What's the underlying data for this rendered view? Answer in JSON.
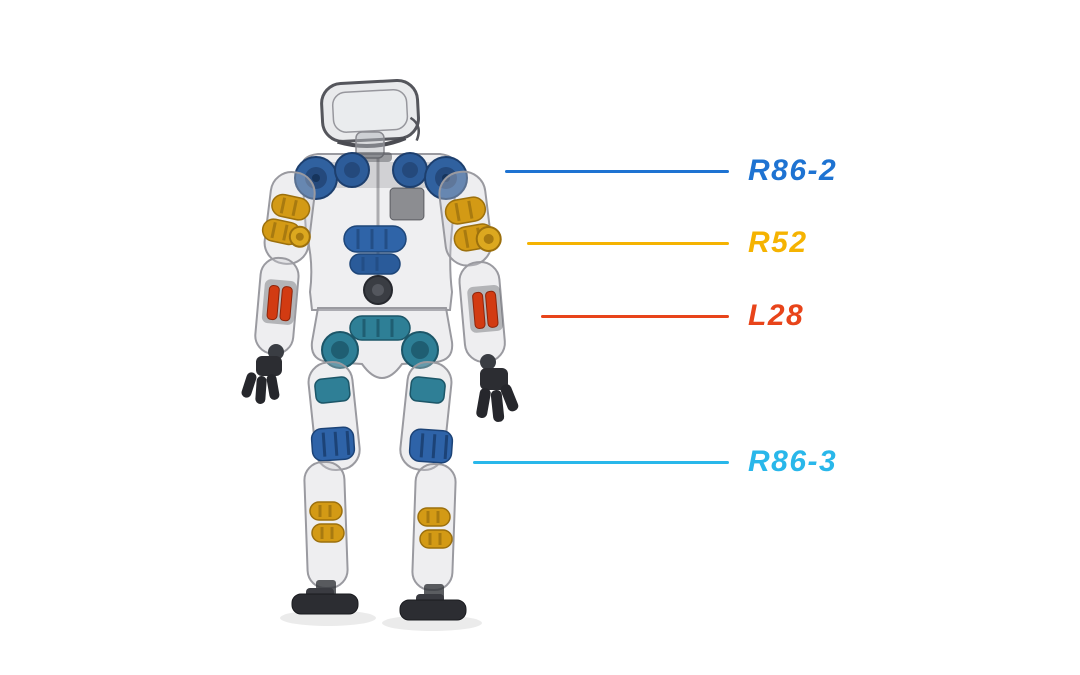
{
  "diagram": {
    "background": "#ffffff",
    "callouts": [
      {
        "label": "R86-2",
        "color": "#1e73d2"
      },
      {
        "label": "R52",
        "color": "#f5b301"
      },
      {
        "label": "L28",
        "color": "#e8441a"
      },
      {
        "label": "R86-3",
        "color": "#29b7ea"
      }
    ],
    "robot_palette": {
      "shoulder_actuator": "#30619f",
      "elbow_actuator": "#d39a15",
      "forearm_actuator": "#d23b12",
      "hip_actuator": "#2e7f96",
      "knee_actuator": "#2e63a8",
      "ankle_actuator": "#d39a15"
    }
  }
}
